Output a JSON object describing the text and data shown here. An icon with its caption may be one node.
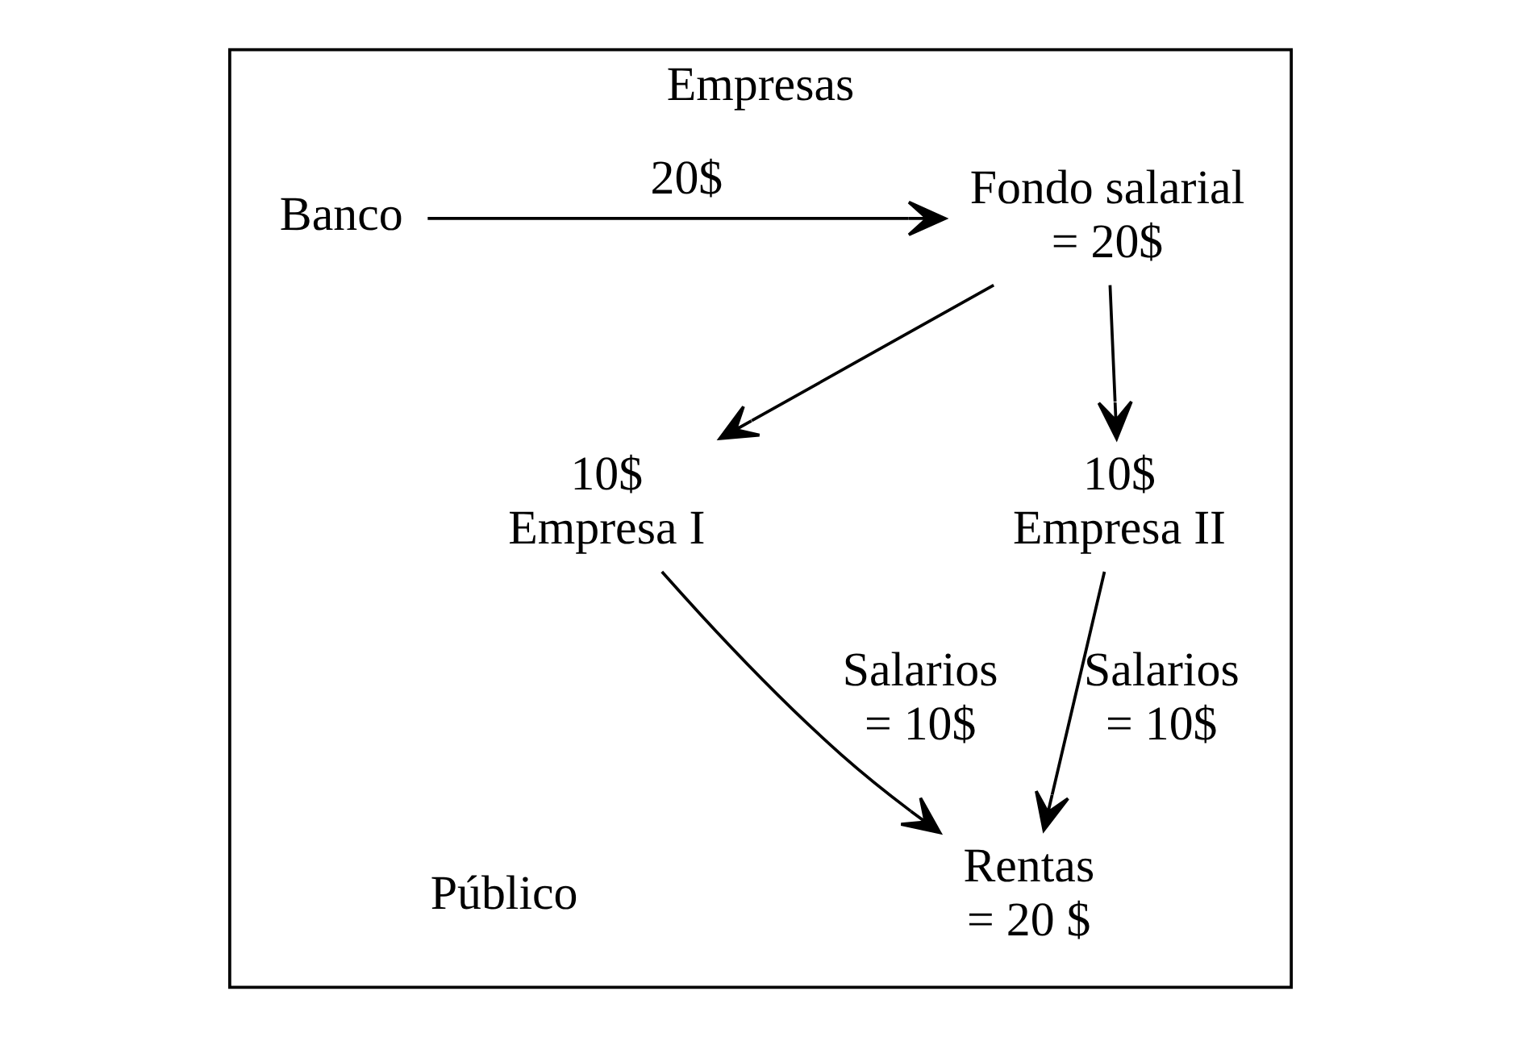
{
  "diagram": {
    "nodes": [
      {
        "text": [
          "Empresas",
          "Público"
        ]
      },
      {
        "text": [
          "Banco"
        ],
        "in": 0
      },
      {
        "text": [
          "Fondo salarial = 20$"
        ],
        "in": 0
      },
      {
        "text": [
          "10$",
          "Empresa I"
        ],
        "in": 0
      },
      {
        "text": [
          "10$",
          "Empresa II"
        ],
        "in": 0
      },
      {
        "text": [
          "Rentas = 20 $"
        ],
        "in": 0
      }
    ],
    "edges": [
      {
        "from": 1,
        "to": 2,
        "arrow": "to",
        "label": "20$"
      },
      {
        "from": 2,
        "to": 3,
        "arrow": "to"
      },
      {
        "from": 2,
        "to": 4,
        "arrow": "to"
      },
      {
        "from": 3,
        "to": 5,
        "arrow": "to",
        "label": "Salarios = 10$"
      },
      {
        "from": 4,
        "to": 5,
        "arrow": "to",
        "label": "Salarios = 10$"
      }
    ]
  }
}
